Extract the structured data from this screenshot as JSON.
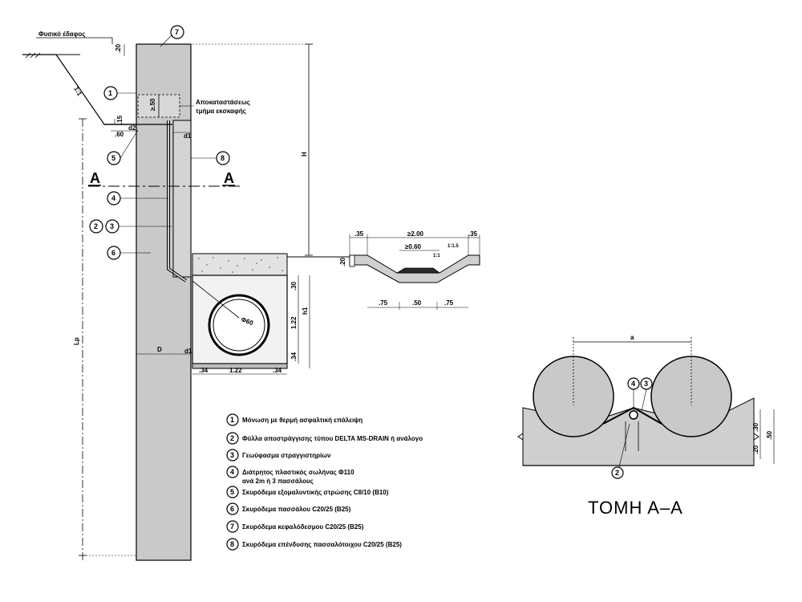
{
  "colors": {
    "concrete": "#c9c9c9",
    "line": "#000000",
    "channel": "#2a2a2a"
  },
  "labels": {
    "ground_label": "Φυσικό έδαφος",
    "embankment": "Αποκαταστάσεως τμήμα εκσκαφής",
    "section_mark": "A",
    "pipe_label": "Φ60",
    "section_title": "ΤΟΜΗ Α–Α"
  },
  "dimensions": {
    "top_20": ".20",
    "d_50": "≥.50",
    "d_15": ".15",
    "d_60": ".60",
    "d2": "d2",
    "d1_top": "d1",
    "H": "H",
    "Lp": "Lp",
    "D": "D",
    "d1_bottom": "d1",
    "h1": "h1",
    "v_30": ".30",
    "v_122": "1.22",
    "v_34": ".34",
    "b_34l": ".34",
    "b_122": "1.22",
    "b_34r": ".34",
    "ch_35l": ".35",
    "ch_200": "≥2.00",
    "ch_35r": ".35",
    "ch_060": "≥0.60",
    "ch_slope": "1:1",
    "ch_slope2": "1:1.5",
    "ch_20": ".20",
    "ch_75l": ".75",
    "ch_50": ".50",
    "ch_75r": ".75",
    "sec_a": "a",
    "sec_30": ".30",
    "sec_20": ".20",
    "sec_50": ".50"
  },
  "callouts": {
    "n1": "1",
    "n2": "2",
    "n3": "3",
    "n4": "4",
    "n5": "5",
    "n6": "6",
    "n7": "7",
    "n8": "8"
  },
  "legend": [
    {
      "n": "1",
      "text": "Μόνωση με θερμή ασφαλτική επάλειψη"
    },
    {
      "n": "2",
      "text": "Φύλλα αποστράγγισης τύπου DELTA MS-DRAIN ή ανάλογο"
    },
    {
      "n": "3",
      "text": "Γεωύφασμα στραγγιστηρίων"
    },
    {
      "n": "4",
      "text": "Διάτρητος πλαστικός σωλήνας Φ110",
      "text2": "ανά 2m ή 3 πασσάλους"
    },
    {
      "n": "5",
      "text": "Σκυρόδεμα εξομαλυντικής στρώσης C8/10 (Β10)"
    },
    {
      "n": "6",
      "text": "Σκυρόδεμα πασσάλου C20/25 (Β25)"
    },
    {
      "n": "7",
      "text": "Σκυρόδεμα κεφαλόδεσμου C20/25 (Β25)"
    },
    {
      "n": "8",
      "text": "Σκυρόδεμα επένδυσης πασσαλότοιχου C20/25 (Β25)"
    }
  ]
}
